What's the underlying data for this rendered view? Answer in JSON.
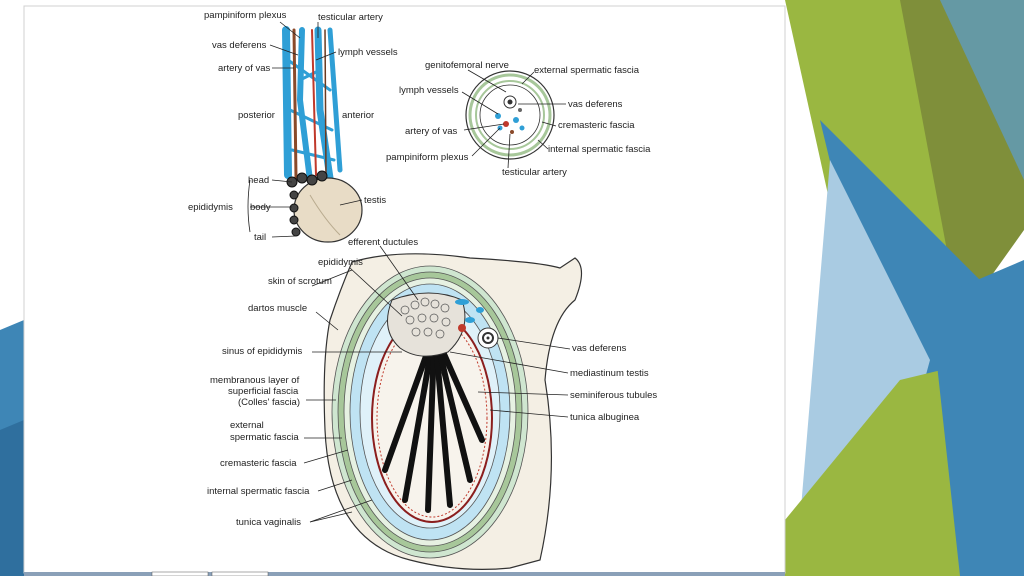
{
  "colors": {
    "slide_bg": "#ffffff",
    "accent_green": "#9ab741",
    "accent_olive": "#7f8f3a",
    "accent_blue": "#3e86b6",
    "accent_lightblue": "#a9cbe2",
    "vessel_blue": "#2f9fd6",
    "tunica_blue": "#bfe3f3",
    "fascia_green": "#a7c79a",
    "testis_tan": "#e8dcc6"
  },
  "top_diagram": {
    "labels": {
      "pampiniform_plexus": "pampiniform plexus",
      "testicular_artery": "testicular artery",
      "vas_deferens": "vas deferens",
      "lymph_vessels": "lymph vessels",
      "artery_of_vas": "artery of vas",
      "posterior": "posterior",
      "anterior": "anterior",
      "head": "head",
      "epididymis": "epididymis",
      "body": "body",
      "tail": "tail",
      "testis": "testis"
    }
  },
  "cross_section": {
    "labels": {
      "genitofemoral_nerve": "genitofemoral nerve",
      "external_spermatic_fascia": "external spermatic fascia",
      "lymph_vessels": "lymph vessels",
      "vas_deferens": "vas deferens",
      "artery_of_vas": "artery of vas",
      "cremasteric_fascia": "cremasteric fascia",
      "internal_spermatic_fascia": "internal spermatic fascia",
      "pampiniform_plexus": "pampiniform plexus",
      "testicular_artery": "testicular artery"
    }
  },
  "bottom_diagram": {
    "labels": {
      "efferent_ductules": "efferent ductules",
      "epididymis": "epididymis",
      "skin_of_scrotum": "skin of scrotum",
      "dartos_muscle": "dartos muscle",
      "sinus_of_epididymis": "sinus of epididymis",
      "membranous_layer_1": "membranous layer of",
      "membranous_layer_2": "superficial fascia",
      "membranous_layer_3": "(Colles' fascia)",
      "external_1": "external",
      "external_2": "spermatic fascia",
      "cremasteric_fascia": "cremasteric fascia",
      "internal_spermatic_fascia": "internal spermatic fascia",
      "tunica_vaginalis": "tunica vaginalis",
      "vas_deferens": "vas deferens",
      "mediastinum_testis": "mediastinum testis",
      "seminiferous_tubules": "seminiferous tubules",
      "tunica_albuginea": "tunica albuginea"
    }
  }
}
